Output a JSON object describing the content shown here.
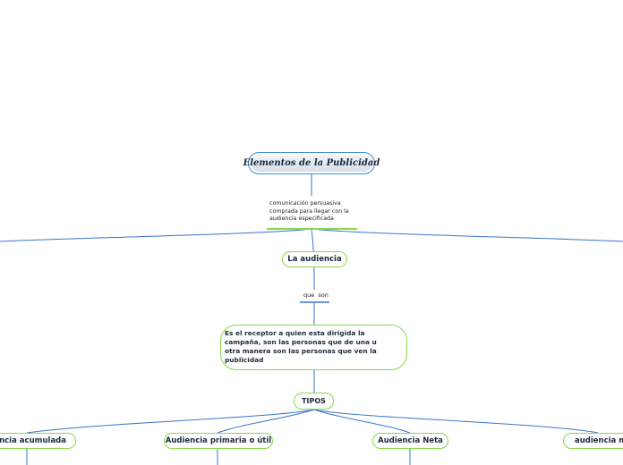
{
  "map": {
    "root_title": "Elementos de la Publicidad",
    "root_note": [
      "comunicación persuasiva",
      "comprada para llegar con la",
      "audiencia especificada"
    ],
    "audiencia_label": "La audiencia",
    "connector_label": "que  son",
    "description_lines": [
      "Es el receptor a quien esta dirigida la",
      "campaña, son las personas que de una u",
      "otra manera son las personas que ven la",
      "publicidad"
    ],
    "tipos_label": "TIPOS",
    "tipos": [
      "Audiencia acumulada",
      "Audiencia primaria o útil",
      "Audiencia Neta",
      "audiencia media"
    ]
  },
  "colors": {
    "line_blue": "#3b74c9",
    "node_border_green": "#86d94a",
    "root_border_blue": "#3b8fd1"
  }
}
